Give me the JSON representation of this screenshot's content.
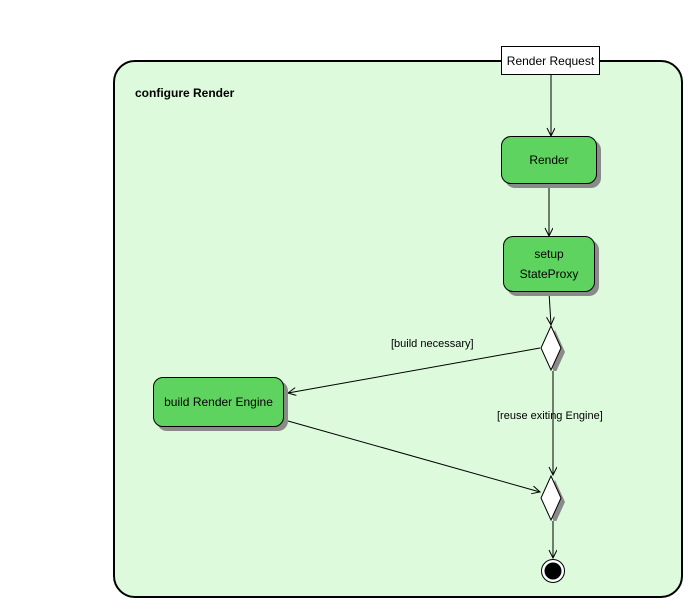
{
  "diagram": {
    "type": "uml-activity-diagram",
    "title": "configure Render",
    "entry_point": {
      "label": "Render Request"
    },
    "nodes": [
      {
        "id": "render",
        "kind": "action",
        "label": "Render",
        "lines": [
          "Render"
        ]
      },
      {
        "id": "setup-stateproxy",
        "kind": "action",
        "label": "setup StateProxy",
        "lines": [
          "setup",
          "StateProxy"
        ]
      },
      {
        "id": "build-render-engine",
        "kind": "action",
        "label": "build Render Engine",
        "lines": [
          "build Render Engine"
        ]
      },
      {
        "id": "decision-1",
        "kind": "decision",
        "label": ""
      },
      {
        "id": "merge-1",
        "kind": "merge",
        "label": ""
      },
      {
        "id": "final",
        "kind": "final-node",
        "label": ""
      }
    ],
    "edges": [
      {
        "from": "render",
        "to": "setup-stateproxy",
        "label": ""
      },
      {
        "from": "setup-stateproxy",
        "to": "decision-1",
        "label": ""
      },
      {
        "from": "decision-1",
        "to": "build-render-engine",
        "label": "[build necessary]"
      },
      {
        "from": "decision-1",
        "to": "merge-1",
        "label": "[reuse exiting Engine]"
      },
      {
        "from": "build-render-engine",
        "to": "merge-1",
        "label": ""
      },
      {
        "from": "merge-1",
        "to": "final",
        "label": ""
      }
    ],
    "labels": {
      "build_necessary": "[build necessary]",
      "reuse_exiting_engine": "[reuse exiting Engine]"
    },
    "colors": {
      "frame_fill": "#ddfadd",
      "action_fill": "#5fd35f",
      "shadow": "#8a8a8a",
      "stroke": "#000000",
      "entry_fill": "#ffffff",
      "final_fill": "#000000",
      "diamond_fill": "#ffffff",
      "page_background": "#ffffff"
    }
  }
}
